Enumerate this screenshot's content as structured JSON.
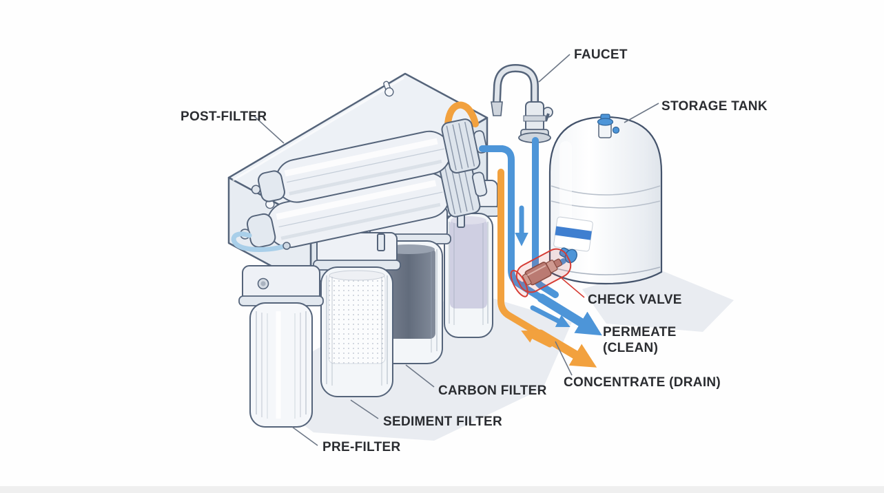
{
  "labels": {
    "post_filter": "POST-FILTER",
    "faucet": "FAUCET",
    "storage_tank": "STORAGE TANK",
    "check_valve": "CHECK VALVE",
    "permeate_line1": "PERMEATE",
    "permeate_line2": "(CLEAN)",
    "concentrate_drain": "CONCENTRATE (DRAIN)",
    "carbon_filter": "CARBON FILTER",
    "sediment_filter": "SEDIMENT FILTER",
    "pre_filter": "PRE-FILTER"
  },
  "colors": {
    "permeate_blue": "#4d95d8",
    "concentrate_orange": "#f2a13e",
    "check_valve_highlight_red": "#d63c34",
    "tank_accent_blue": "#3f7fd0",
    "light_tube_blue": "#a9cfe9",
    "outline_blue_gray": "#55647a",
    "label_text": "#2b2d31",
    "shadow_gray": "#e2e6ec"
  }
}
